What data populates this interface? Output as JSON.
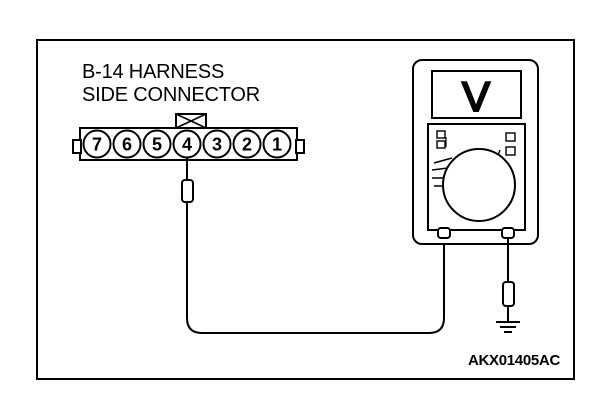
{
  "title_lines": [
    "B-14 HARNESS",
    "SIDE CONNECTOR"
  ],
  "connector_pins": [
    "7",
    "6",
    "5",
    "4",
    "3",
    "2",
    "1"
  ],
  "probe_pin": "4",
  "meter_display_symbol": "V",
  "figure_code": "AKX01405AC",
  "colors": {
    "ink": "#000000",
    "background": "#ffffff"
  }
}
